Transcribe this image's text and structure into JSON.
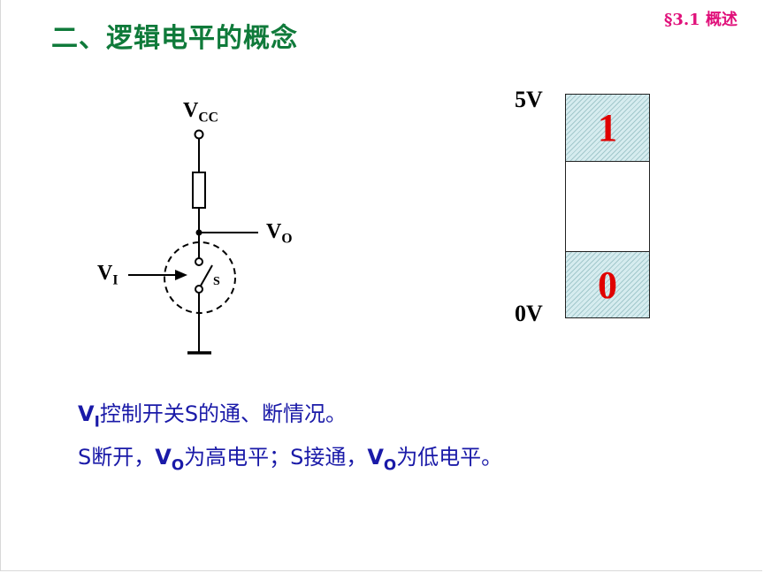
{
  "header": {
    "title": "二、逻辑电平的概念",
    "section": "§3.1  概述"
  },
  "circuit": {
    "vcc": {
      "main": "V",
      "sub": "CC"
    },
    "vo": {
      "main": "V",
      "sub": "O"
    },
    "vi": {
      "main": "V",
      "sub": "I"
    },
    "switch": "S"
  },
  "levels": {
    "top_voltage": "5V",
    "bottom_voltage": "0V",
    "high_value": "1",
    "low_value": "0"
  },
  "notes": {
    "line1": {
      "v": "V",
      "v_sub": "I",
      "text": "控制开关S的通、断情况。"
    },
    "line2": {
      "p1": "S断开，",
      "v1": "V",
      "v1_sub": "O",
      "p2": "为高电平；S接通，",
      "v2": "V",
      "v2_sub": "O",
      "p3": "为低电平。"
    }
  },
  "colors": {
    "title": "#0f7a3a",
    "section": "#e0107a",
    "level_digits": "#e00000",
    "notes": "#1a1aa8",
    "cell_fill": "#d6ecef"
  }
}
